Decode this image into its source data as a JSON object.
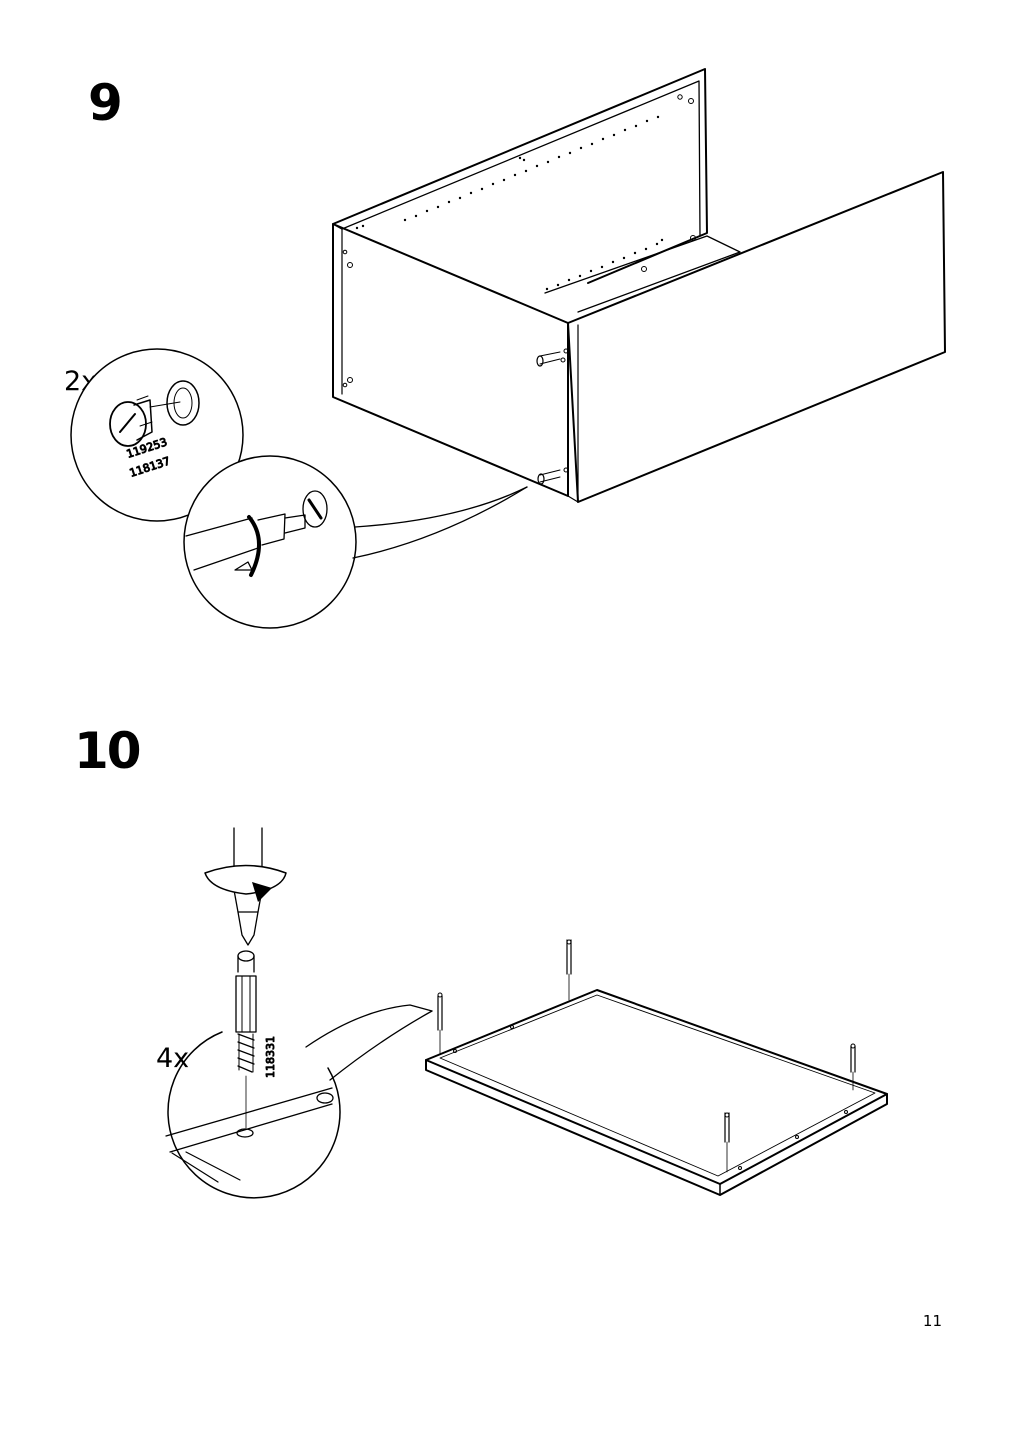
{
  "steps": [
    {
      "number": "9",
      "quantity": "2x",
      "parts": [
        "119253",
        "118137"
      ]
    },
    {
      "number": "10",
      "quantity": "4x",
      "parts": [
        "118331"
      ]
    }
  ],
  "page_number": "11"
}
